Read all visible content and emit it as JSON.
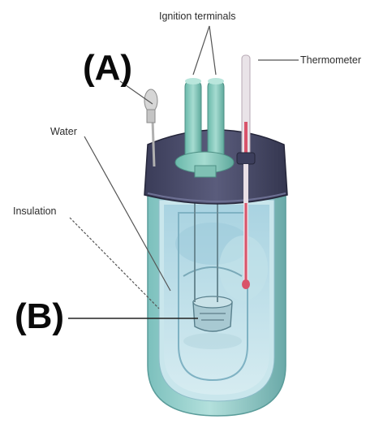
{
  "labels": {
    "ignition_terminals": "Ignition terminals",
    "thermometer": "Thermometer",
    "water": "Water",
    "insulation": "Insulation",
    "label_a": "(A)",
    "label_b": "(B)"
  },
  "colors": {
    "outer_shell": "#9fd3d0",
    "outer_shell_dark": "#6fb5b3",
    "lid": "#4a4c6a",
    "lid_dark": "#32344e",
    "water": "#b9dde8",
    "water_deep": "#8fc3d3",
    "inner_vessel": "#d8eef2",
    "terminal": "#7fc7b9",
    "thermometer_red": "#d9536a"
  }
}
